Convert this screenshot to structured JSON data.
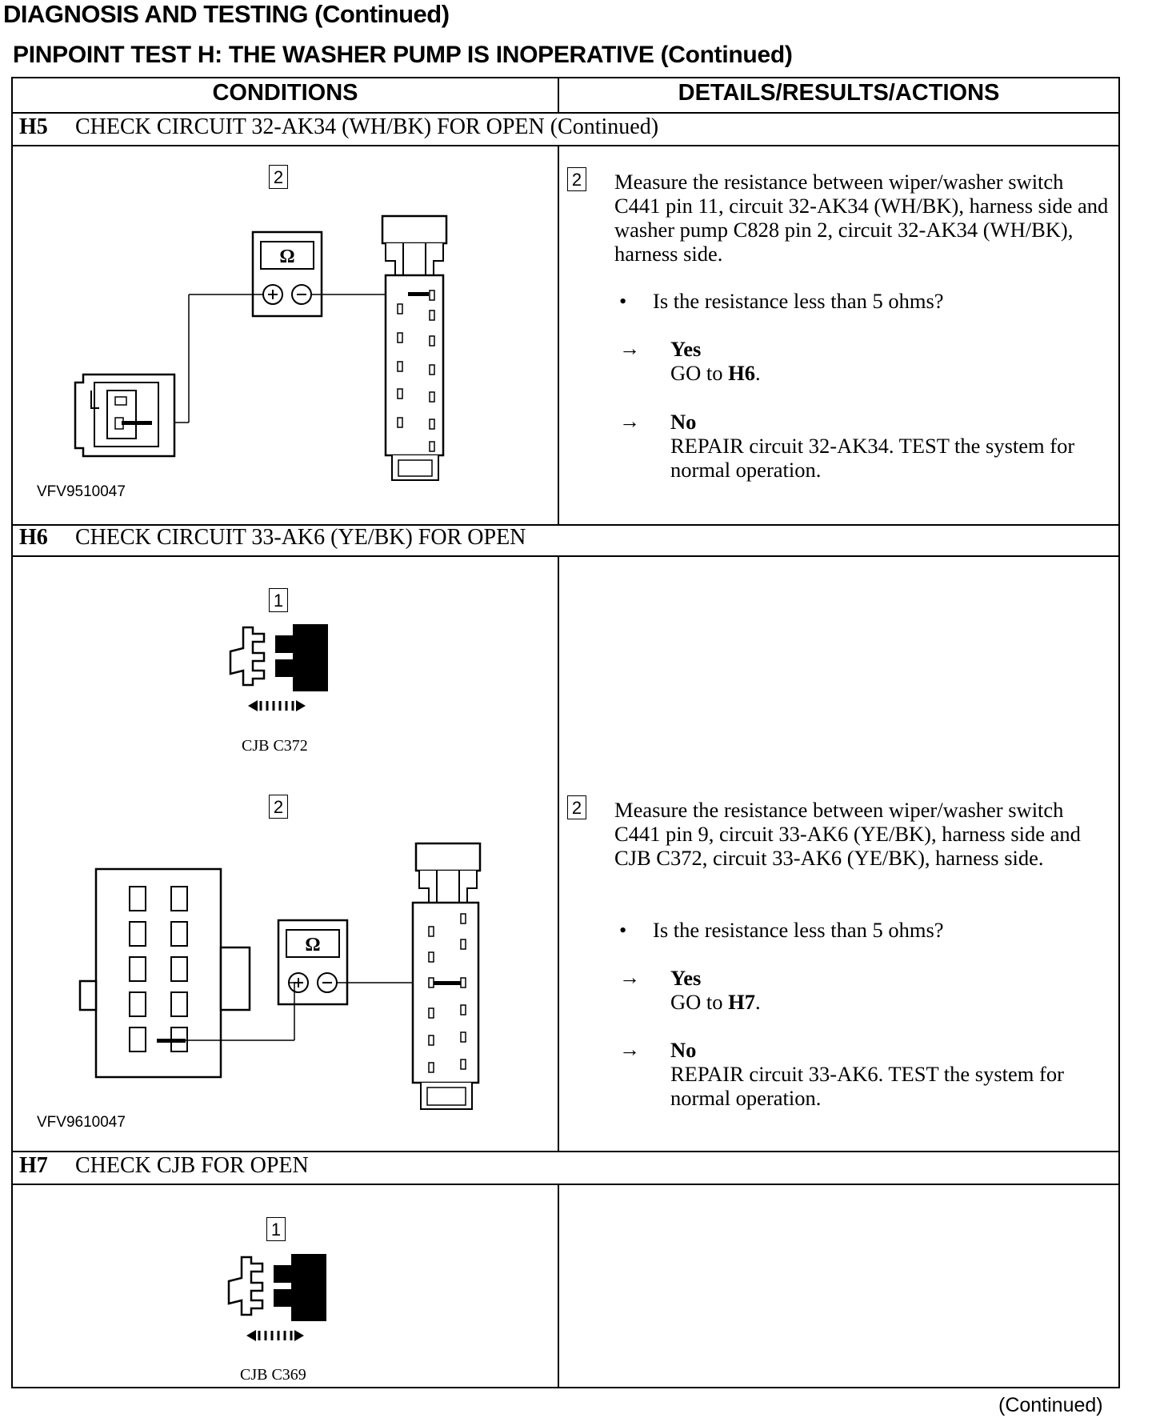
{
  "header": {
    "title": "DIAGNOSIS AND TESTING (Continued)",
    "subtitle": "PINPOINT TEST H: THE WASHER PUMP IS INOPERATIVE (Continued)"
  },
  "table": {
    "col_conditions": "CONDITIONS",
    "col_details": "DETAILS/RESULTS/ACTIONS"
  },
  "steps": {
    "h5": {
      "id": "H5",
      "title": "CHECK CIRCUIT 32-AK34 (WH/BK) FOR OPEN (Continued)",
      "figure_step": "2",
      "figure_id": "VFV9510047",
      "meter_symbol": "Ω",
      "action_step": "2",
      "action_text": "Measure the resistance between wiper/washer switch C441 pin 11, circuit 32-AK34 (WH/BK), harness side and washer pump C828 pin 2, circuit 32-AK34 (WH/BK), harness side.",
      "question": "Is the resistance less than 5 ohms?",
      "yes_label": "Yes",
      "yes_action_prefix": "GO to ",
      "yes_target": "H6",
      "no_label": "No",
      "no_action": "REPAIR circuit 32-AK34. TEST the system for normal operation."
    },
    "h6": {
      "id": "H6",
      "title": "CHECK CIRCUIT 33-AK6 (YE/BK) FOR OPEN",
      "figure1_step": "1",
      "figure1_caption": "CJB C372",
      "figure2_step": "2",
      "figure_id": "VFV9610047",
      "meter_symbol": "Ω",
      "action_step": "2",
      "action_text": "Measure the resistance between wiper/washer switch C441 pin 9, circuit 33-AK6 (YE/BK), harness side and CJB C372, circuit 33-AK6 (YE/BK), harness side.",
      "question": "Is the resistance less than 5 ohms?",
      "yes_label": "Yes",
      "yes_action_prefix": "GO to ",
      "yes_target": "H7",
      "no_label": "No",
      "no_action": "REPAIR circuit 33-AK6. TEST the system for normal operation."
    },
    "h7": {
      "id": "H7",
      "title": "CHECK CJB FOR OPEN",
      "figure1_step": "1",
      "figure1_caption": "CJB C369"
    }
  },
  "footer": {
    "continued": "(Continued)"
  },
  "glyphs": {
    "bullet": "•",
    "arrow": "→",
    "plus": "+",
    "minus": "−"
  }
}
